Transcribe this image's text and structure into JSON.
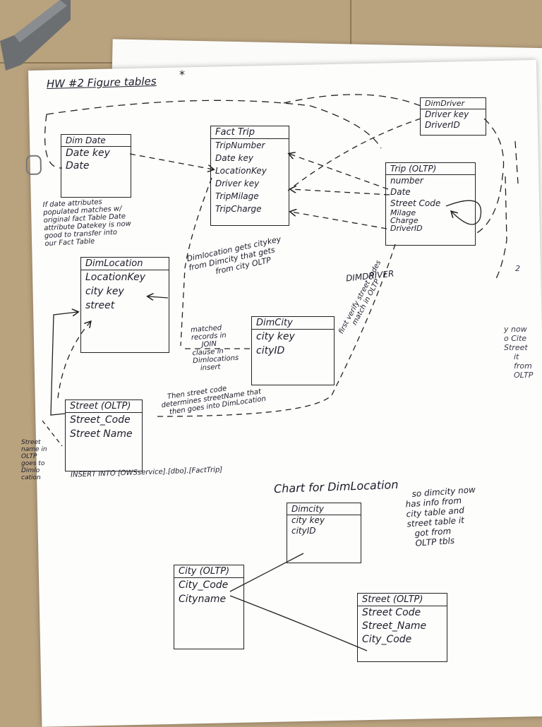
{
  "page_title": "HW #2 Figure tables",
  "star": "*",
  "tables": {
    "dimdriver": {
      "name": "DimDriver",
      "fields": [
        "Driver key",
        "DriverID"
      ]
    },
    "dimdate": {
      "name": "Dim Date",
      "fields": [
        "Date key",
        "Date"
      ]
    },
    "facttrip": {
      "name": "Fact Trip",
      "fields": [
        "TripNumber",
        "Date key",
        "LocationKey",
        "Driver key",
        "TripMilage",
        "TripCharge"
      ]
    },
    "trip_oltp": {
      "name": "Trip (OLTP)",
      "fields": [
        "number",
        "Date",
        "Street Code",
        "Milage",
        "Charge",
        "DriverID"
      ]
    },
    "dimlocation": {
      "name": "DimLocation",
      "fields": [
        "LocationKey",
        "city key",
        "street"
      ]
    },
    "dimcity": {
      "name": "DimCity",
      "fields": [
        "city key",
        "cityID"
      ]
    },
    "street_oltp": {
      "name": "Street (OLTP)",
      "fields": [
        "Street_Code",
        "Street Name"
      ]
    },
    "dimcity2": {
      "name": "Dimcity",
      "fields": [
        "city key",
        "cityID"
      ]
    },
    "city_oltp": {
      "name": "City (OLTP)",
      "fields": [
        "City_Code",
        "Cityname"
      ]
    },
    "street_oltp2": {
      "name": "Street (OLTP)",
      "fields": [
        "Street Code",
        "Street_Name",
        "City_Code"
      ]
    }
  },
  "notes": {
    "date_note": [
      "If date attributes",
      "populated matches w/",
      "original fact Table Date",
      "attribute Datekey is now",
      "good to transfer into",
      "our Fact Table"
    ],
    "dimlocation_note": [
      "Dimlocation gets citykey",
      "from Dimcity that gets",
      "from city OLTP"
    ],
    "dimdriver_label": "DIMDRIVER",
    "verify_note": [
      "first verify street codes",
      "match in OLTP"
    ],
    "matched_note": [
      "matched",
      "records in",
      "JOIN",
      "clause in",
      "Dimlocations",
      "insert"
    ],
    "street_note": [
      "Then street code",
      "determines streetName that",
      "then goes into DimLocation"
    ],
    "streetname_note": [
      "Street",
      "name in",
      "OLTP",
      "goes to",
      "Dimlo",
      "cation"
    ],
    "insert_note": "INSERT INTO [OWSservice].[dbo].[FactTrip]",
    "chart_title": "Chart for DimLocation",
    "chart_note": [
      "so dimcity now",
      "has info from",
      "city table and",
      "street table it",
      "got from",
      "OLTP tbls"
    ],
    "right_note": [
      "y now",
      "o Cite",
      "Street",
      "it",
      "from",
      "OLTP"
    ],
    "margin_mark": "2"
  },
  "colors": {
    "ink": "#1d1d2b",
    "paper": "#fdfdfc",
    "desk": "#b9a27e"
  }
}
